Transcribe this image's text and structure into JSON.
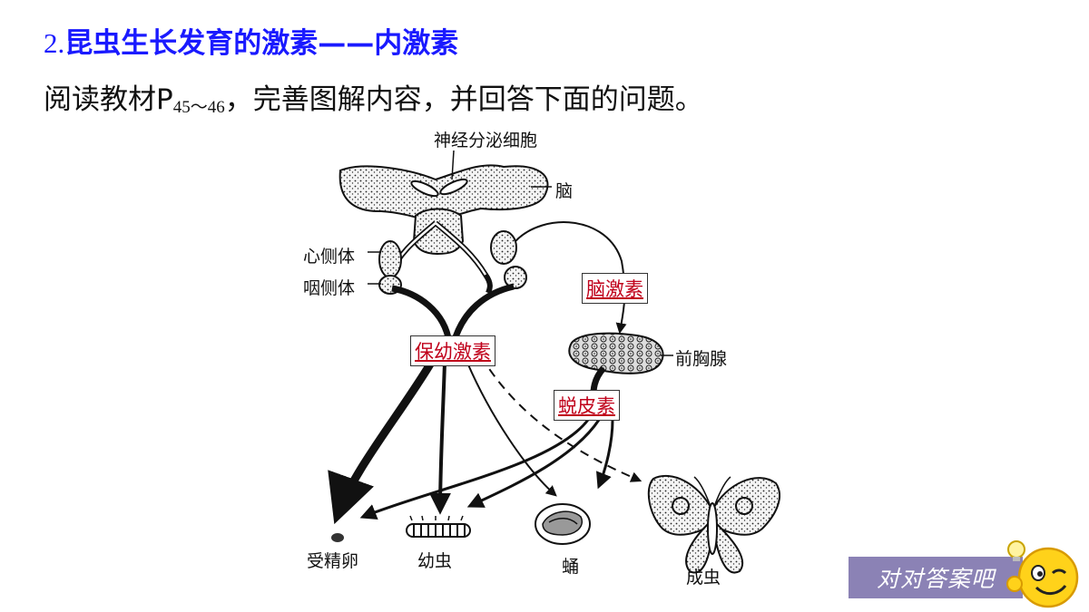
{
  "title": {
    "number": "2.",
    "text": "昆虫生长发育的激素——内激素"
  },
  "instruction": {
    "before": "阅读教材P",
    "sub": "45～46",
    "after": "，完善图解内容，并回答下面的问题。"
  },
  "diagram": {
    "labels": {
      "neuro_cells": "神经分泌细胞",
      "brain": "脑",
      "corpora_cardiaca": "心侧体",
      "corpora_allata": "咽侧体",
      "prothoracic_gland": "前胸腺",
      "egg": "受精卵",
      "larva": "幼虫",
      "pupa": "蛹",
      "adult": "成虫"
    },
    "answers": {
      "brain_hormone": "脑激素",
      "juvenile_hormone": "保幼激素",
      "ecdysone": "蜕皮素"
    }
  },
  "answer_button": {
    "label": "对对答案吧"
  },
  "colors": {
    "title": "#1a1aff",
    "answer": "#c0001a",
    "button": "#8b82b5"
  }
}
